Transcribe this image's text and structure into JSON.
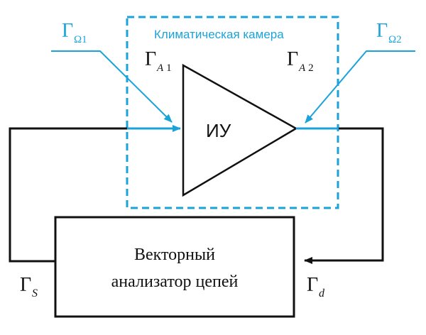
{
  "colors": {
    "black": "#111111",
    "blue": "#1ba3d9"
  },
  "chamber": {
    "label": "Климатическая камера"
  },
  "amplifier": {
    "label": "ИУ"
  },
  "analyzer": {
    "line1": "Векторный",
    "line2": "анализатор цепей"
  },
  "symbols": {
    "gamma": "Γ",
    "omega1_sub": "Ω1",
    "omega2_sub": "Ω2",
    "a1_sub_letter": "A",
    "a1_sub_num": "1",
    "a2_sub_letter": "A",
    "a2_sub_num": "2",
    "s_sub": "S",
    "d_sub": "d"
  }
}
